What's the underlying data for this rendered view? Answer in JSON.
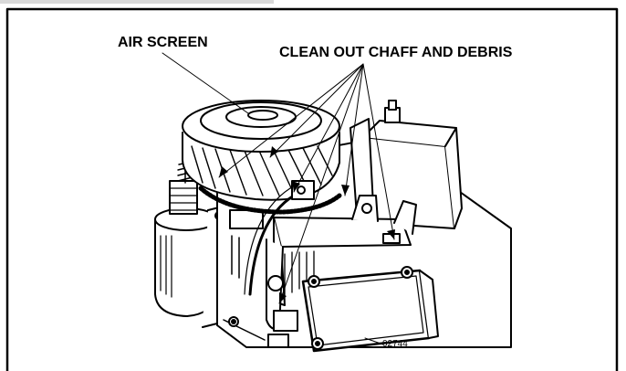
{
  "figure": {
    "callouts": {
      "air_screen": "AIR SCREEN",
      "clean_out": "CLEAN OUT CHAFF AND DEBRIS"
    },
    "figure_number": "02744"
  },
  "colors": {
    "ink": "#000000",
    "paper": "#ffffff",
    "shade": "#d9d9d9"
  }
}
